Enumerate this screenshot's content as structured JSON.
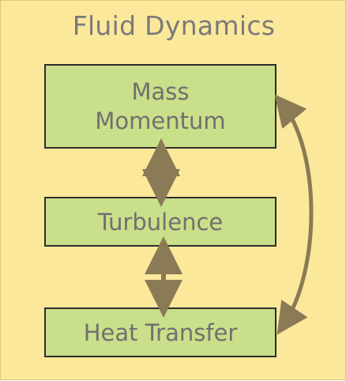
{
  "diagram": {
    "title": "Fluid Dynamics",
    "boxes": {
      "top_line1": "Mass",
      "top_line2": "Momentum",
      "middle": "Turbulence",
      "bottom": "Heat Transfer"
    },
    "colors": {
      "background": "#fbe89b",
      "box_fill": "#c9df8a",
      "box_border": "#2e2e2e",
      "text": "#707070",
      "arrow": "#8a7a55"
    }
  }
}
